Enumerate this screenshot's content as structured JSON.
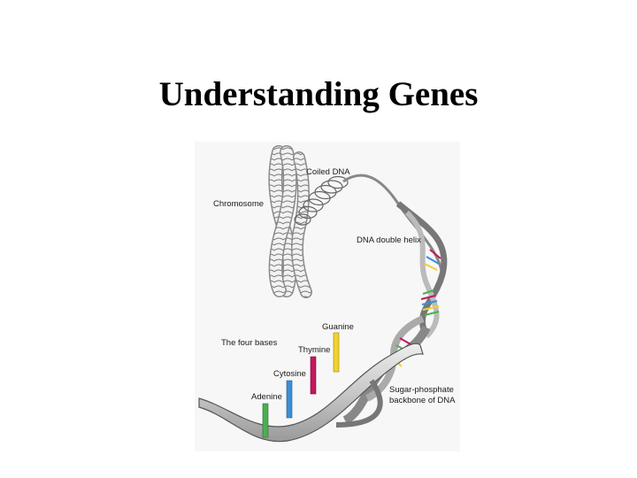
{
  "slide": {
    "title": "Understanding Genes"
  },
  "diagram": {
    "labels": {
      "chromosome": "Chromosome",
      "coiled_dna": "Coiled DNA",
      "double_helix": "DNA double helix",
      "four_bases": "The four bases",
      "guanine": "Guanine",
      "thymine": "Thymine",
      "cytosine": "Cytosine",
      "adenine": "Adenine",
      "backbone_line1": "Sugar-phosphate",
      "backbone_line2": "backbone of DNA"
    },
    "base_colors": {
      "adenine": "#4caf50",
      "cytosine": "#3a8fd8",
      "thymine": "#c2185b",
      "guanine": "#f2d22e"
    },
    "ribbon_color": "#cfcfcf"
  }
}
